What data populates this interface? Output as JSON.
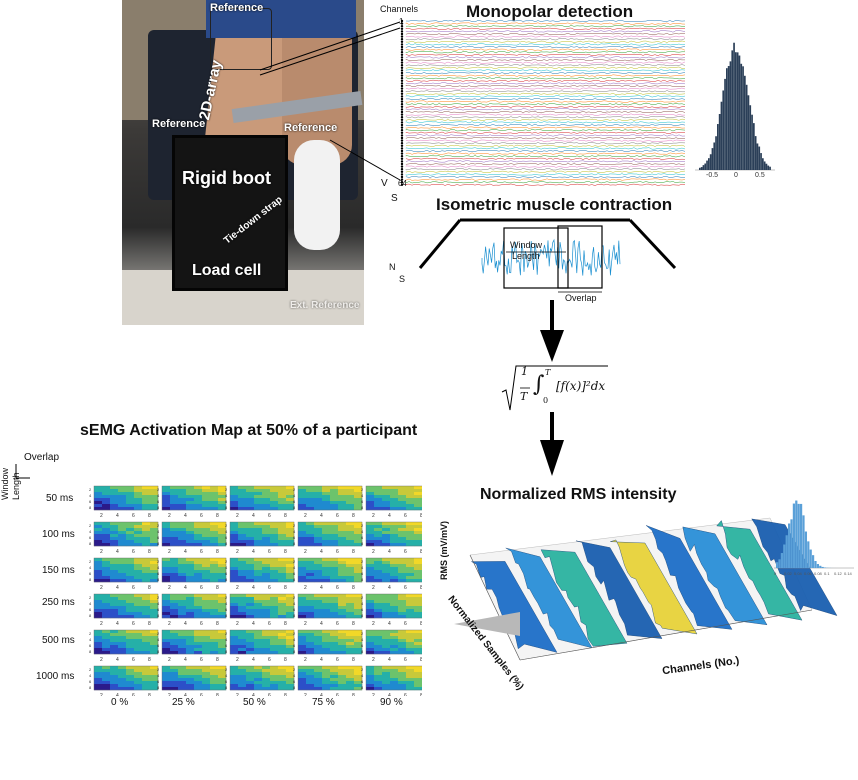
{
  "photo": {
    "labels": {
      "reference_top": "Reference",
      "array": "2D-array",
      "reference_left": "Reference",
      "reference_right": "Reference",
      "rigid_boot": "Rigid boot",
      "tie_down": "Tie-down strap",
      "load_cell": "Load cell",
      "ext_reference": "Ext. Reference"
    }
  },
  "monopolar": {
    "title": "Monopolar detection",
    "channels_label": "Channels",
    "first_channel": "1",
    "last_channel": "64",
    "v_label": "V",
    "s_label": "S",
    "trace_colors": [
      "#1f77b4",
      "#ff7f0e",
      "#2ca02c",
      "#d62728",
      "#9467bd",
      "#8c564b",
      "#e377c2",
      "#7f7f7f",
      "#bcbd22",
      "#17becf"
    ],
    "histogram_ticks": [
      "-0.5",
      "0",
      "0.5"
    ]
  },
  "isometric": {
    "title": "Isometric muscle contraction",
    "window_label_1": "Window",
    "window_label_2": "Length",
    "overlap_label": "Overlap",
    "n_label": "N",
    "s_label": "S"
  },
  "formula": {
    "frac_num": "1",
    "frac_den": "T",
    "int_upper": "T",
    "int_lower": "0",
    "integrand": "[f(x)]²dx"
  },
  "activation": {
    "title": "sEMG Activation Map at 50% of a participant",
    "overlap_label": "Overlap",
    "window_label_1": "Window",
    "window_label_2": "Length",
    "rows": [
      "50 ms",
      "100 ms",
      "150 ms",
      "250 ms",
      "500 ms",
      "1000 ms"
    ],
    "cols": [
      "0 %",
      "25 %",
      "50 %",
      "75 %",
      "90 %"
    ],
    "x_ticks": [
      "2",
      "4",
      "6",
      "8"
    ],
    "y_ticks": [
      "2",
      "4",
      "6",
      "8"
    ]
  },
  "rms": {
    "title": "Normalized RMS intensity",
    "z_label": "RMS (mV/mV)",
    "y_label": "Normalized Samples (%)",
    "x_label": "Channels (No.)",
    "hist_ticks": [
      "0",
      "0.02",
      "0.04",
      "0.06",
      "0.08",
      "0.1",
      "0.12",
      "0.14"
    ]
  },
  "colors": {
    "emg_blue": "#1a8fd0",
    "surface_blue": "#1e6fc8",
    "surface_teal": "#2bb3a0",
    "surface_yellow": "#e8d33a",
    "hist_dark": "#2b3f58",
    "hist_light": "#5aa0d8"
  }
}
